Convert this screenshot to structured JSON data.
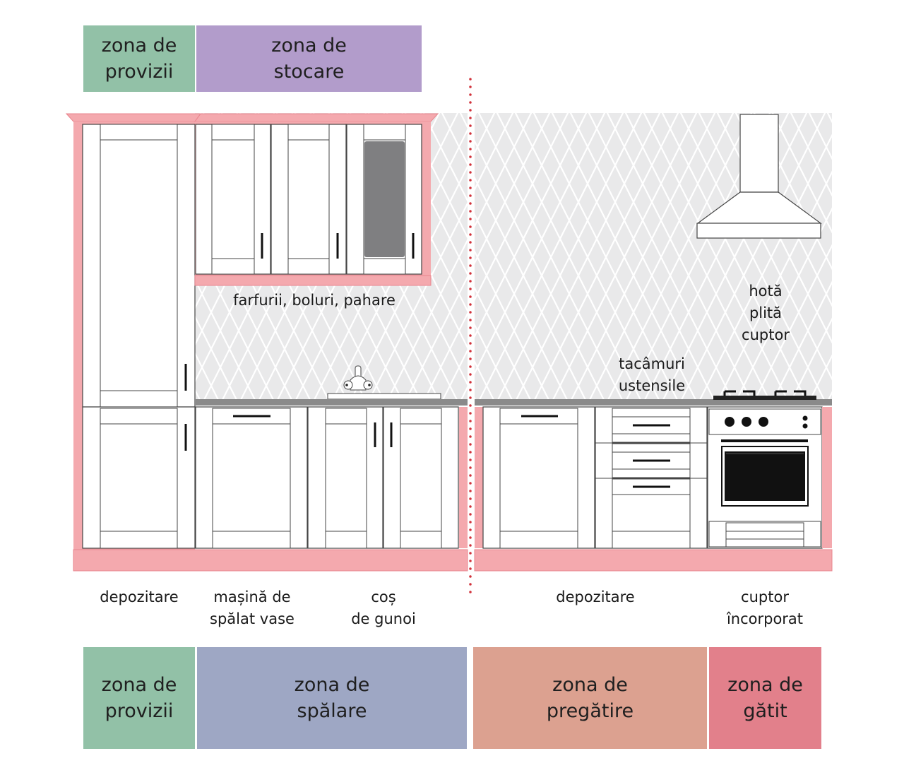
{
  "top_zones": [
    {
      "text": "zona de\nprovizii",
      "color": "#92c1a7"
    },
    {
      "text": "zona de\nstocare",
      "color": "#b29ccb"
    }
  ],
  "bottom_zones": [
    {
      "text": "zona de\nprovizii",
      "color": "#92c1a7"
    },
    {
      "text": "zona de\nspălare",
      "color": "#9ea7c4"
    },
    {
      "text": "zona de\npregătire",
      "color": "#dca190"
    },
    {
      "text": "zona de\ngătit",
      "color": "#e2808b"
    }
  ],
  "labels": {
    "farfurii": "farfurii, boluri, pahare",
    "hota": "hotă\nplită\ncuptor",
    "tacamuri": "tacâmuri\nustensile",
    "depozitare_left": "depozitare",
    "masina": "mașină de\nspălat vase",
    "cos": "coș\nde gunoi",
    "depozitare_right": "depozitare",
    "cuptor": "cuptor\nîncorporat"
  },
  "colors": {
    "highlight": "#f4a9ae",
    "highlight_stroke": "#e9858e",
    "divider": "#d1323b",
    "countertop": "#8a8a8a",
    "glass": "#7f7f81",
    "tile_bg": "#e9e9ea"
  }
}
